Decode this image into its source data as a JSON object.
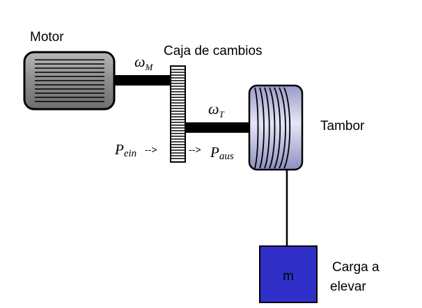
{
  "labels": {
    "motor": "Motor",
    "gearbox": "Caja de cambios",
    "drum": "Tambor",
    "load_line1": "Carga a",
    "load_line2": "elevar",
    "mass": "m"
  },
  "symbols": {
    "omega": "ω",
    "omega_motor_sub": "M",
    "omega_drum_sub": "T",
    "power": "P",
    "power_in_sub": "ein",
    "power_out_sub": "aus",
    "arrow": "-->"
  },
  "colors": {
    "motor_fill": "#8c8c8c",
    "shaft": "#000000",
    "drum_light": "#e6e6f8",
    "drum_dark": "#9a9ac8",
    "mass_fill": "#3030c8"
  }
}
